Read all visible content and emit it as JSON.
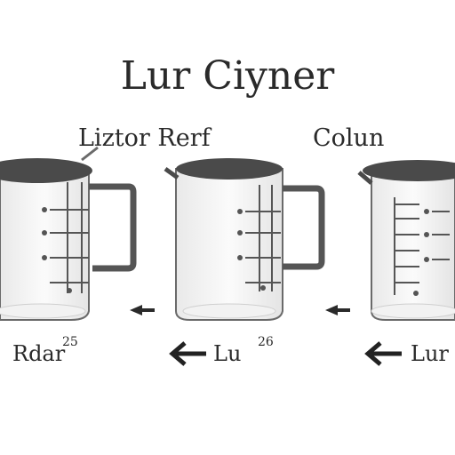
{
  "title": "Lur Ciyner",
  "labels": {
    "left": "Liztor Rerf",
    "right": "Colun"
  },
  "captions": [
    {
      "text": "Rdar",
      "sup": "25"
    },
    {
      "text": "Lu",
      "sup": "26"
    },
    {
      "text": "Lur",
      "sup": ""
    }
  ],
  "colors": {
    "ink": "#2a2a2a",
    "liquid_top": "#4a4a4a",
    "glass": "#f6f6f6",
    "outline": "#555555"
  },
  "icons": [
    "measuring-cup-icon",
    "left-arrow-icon"
  ]
}
